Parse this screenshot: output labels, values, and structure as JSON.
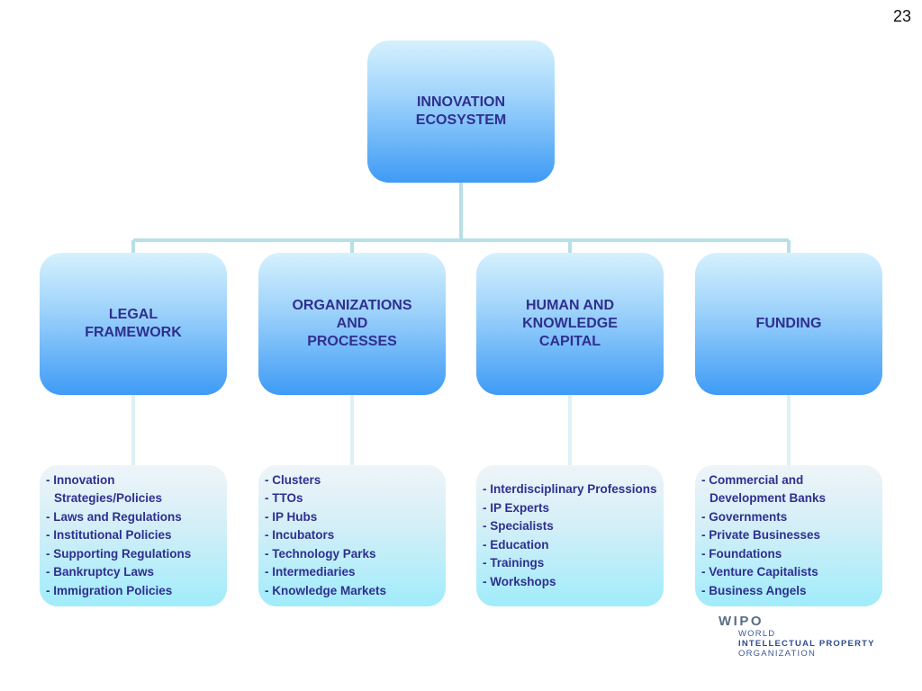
{
  "slide": {
    "page_number": "23"
  },
  "root": {
    "label": "INNOVATION\nECOSYSTEM"
  },
  "categories": [
    {
      "label": "LEGAL\nFRAMEWORK"
    },
    {
      "label": "ORGANIZATIONS\nAND\nPROCESSES"
    },
    {
      "label": "HUMAN AND\nKNOWLEDGE\nCAPITAL"
    },
    {
      "label": "FUNDING"
    }
  ],
  "details": [
    {
      "items": [
        "- Innovation\nStrategies/Policies",
        "- Laws and Regulations",
        "- Institutional Policies",
        "- Supporting Regulations",
        "- Bankruptcy Laws",
        "- Immigration Policies"
      ]
    },
    {
      "items": [
        "- Clusters",
        "- TTOs",
        "- IP Hubs",
        "- Incubators",
        "- Technology Parks",
        "- Intermediaries",
        "- Knowledge Markets"
      ]
    },
    {
      "items": [
        "- Interdisciplinary Professions",
        "- IP Experts",
        "- Specialists",
        "- Education",
        "- Trainings",
        "- Workshops"
      ]
    },
    {
      "items": [
        "- Commercial and\nDevelopment Banks",
        "- Governments",
        "- Private Businesses",
        "- Foundations",
        "- Venture Capitalists",
        "- Business Angels"
      ]
    }
  ],
  "logo": {
    "name": "WIPO",
    "line1": "WORLD",
    "line2": "INTELLECTUAL PROPERTY",
    "line3": "ORGANIZATION"
  },
  "colors": {
    "box_text": "#2f2f8f",
    "connector": "#b7e0e6",
    "box_gradient_bottom": "#3e9bf5",
    "detail_gradient_bottom": "#a0ecfb"
  }
}
